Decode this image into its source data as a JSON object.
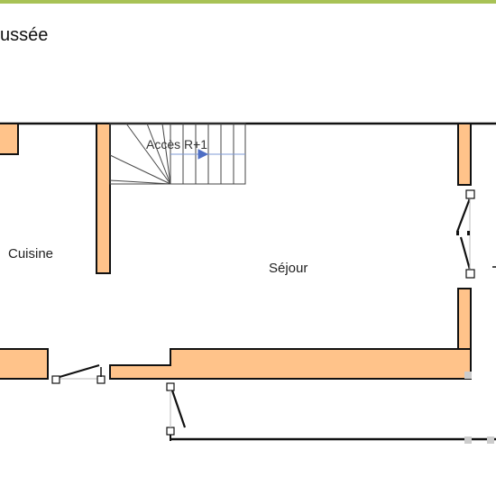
{
  "header": {
    "title": "ussée",
    "accent_color": "#a8c256"
  },
  "plan": {
    "wall_fill": "#ffc38a",
    "wall_stroke": "#111111",
    "rooms": {
      "kitchen": "Cuisine",
      "living": "Séjour"
    },
    "stairs": {
      "label": "Accès R+1",
      "arrow_color": "#4f6fc4"
    }
  }
}
